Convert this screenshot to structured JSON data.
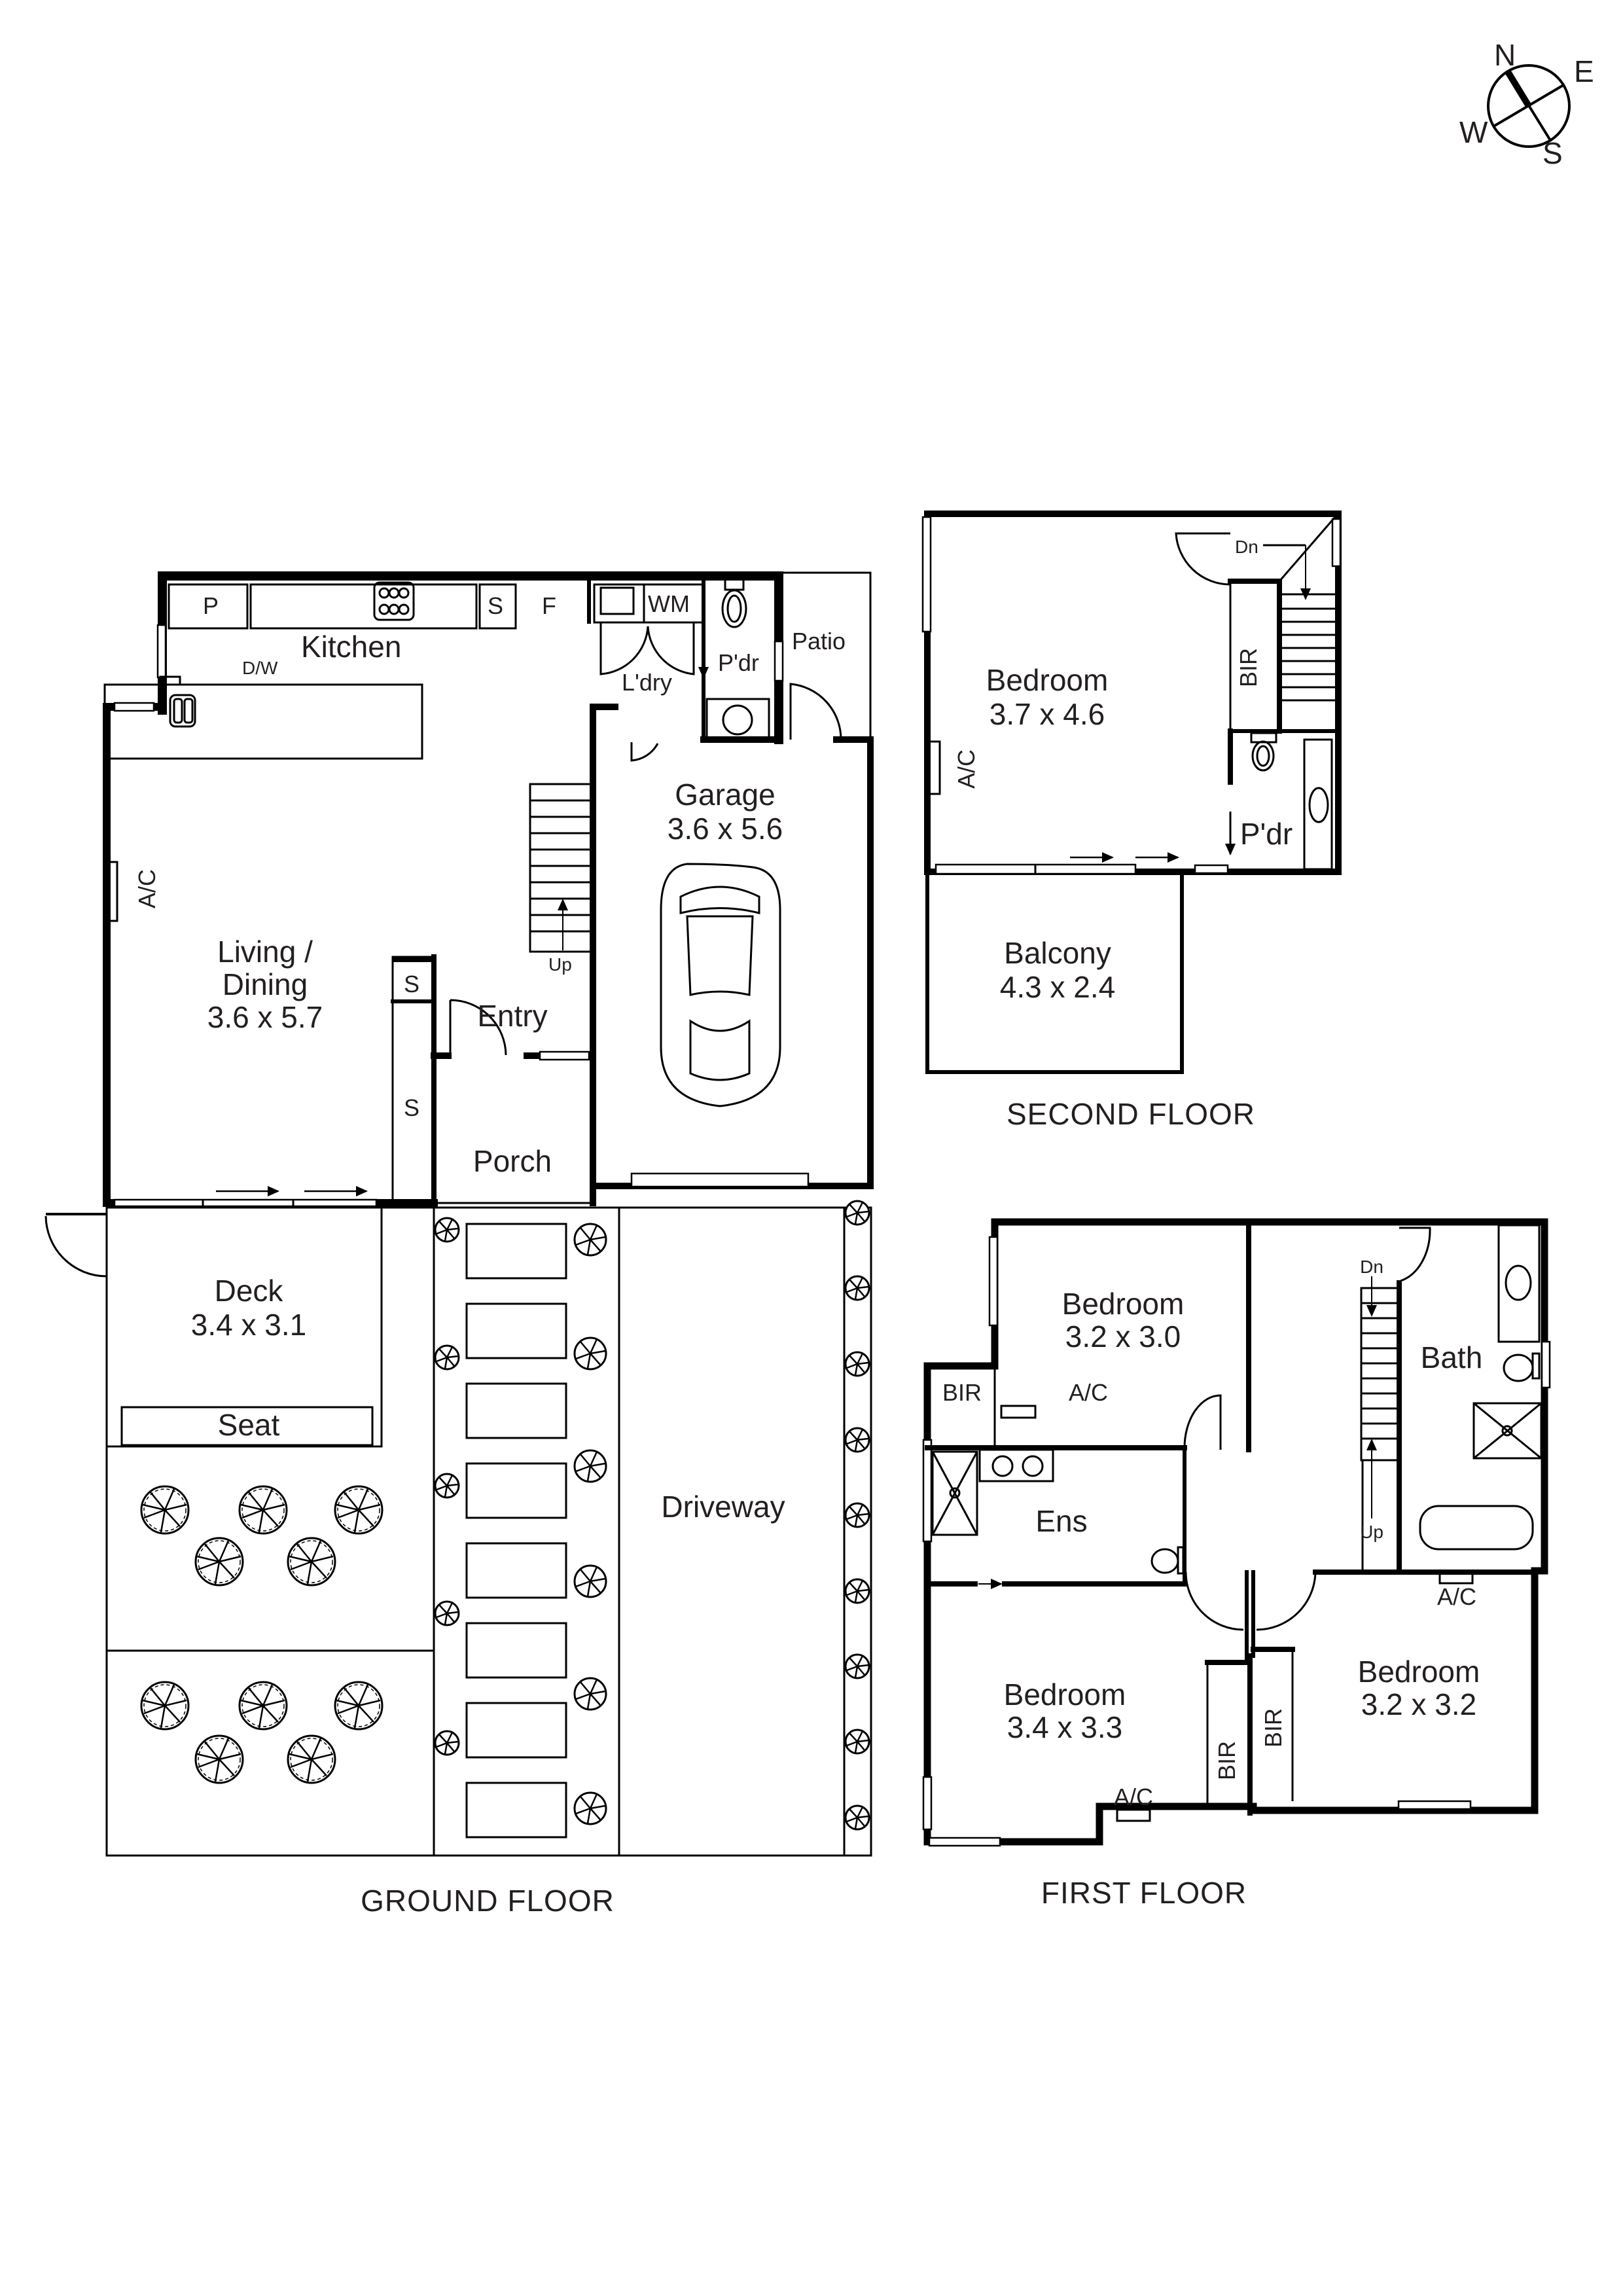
{
  "compass": {
    "north": "N",
    "east": "E",
    "south": "S",
    "west": "W"
  },
  "floors": {
    "ground": {
      "title": "GROUND FLOOR",
      "rooms": {
        "kitchen": {
          "name": "Kitchen"
        },
        "living": {
          "name_line1": "Living /",
          "name_line2": "Dining",
          "dims": "3.6 x 5.7"
        },
        "garage": {
          "name": "Garage",
          "dims": "3.6 x 5.6"
        },
        "entry": {
          "name": "Entry"
        },
        "porch": {
          "name": "Porch"
        },
        "laundry": {
          "name": "L'dry"
        },
        "powder": {
          "name": "P'dr"
        },
        "patio": {
          "name": "Patio"
        },
        "deck": {
          "name": "Deck",
          "dims": "3.4 x 3.1"
        },
        "seat": {
          "name": "Seat"
        },
        "driveway": {
          "name": "Driveway"
        }
      },
      "fixtures": {
        "pantry": "P",
        "storage1": "S",
        "fridge": "F",
        "washing_machine": "WM",
        "dishwasher": "D/W",
        "ac": "A/C",
        "storage2": "S",
        "storage3": "S",
        "stairs_up": "Up"
      }
    },
    "second": {
      "title": "SECOND FLOOR",
      "rooms": {
        "bedroom": {
          "name": "Bedroom",
          "dims": "3.7 x 4.6"
        },
        "bir": {
          "name": "BIR"
        },
        "powder": {
          "name": "P'dr"
        },
        "balcony": {
          "name": "Balcony",
          "dims": "4.3 x 2.4"
        }
      },
      "fixtures": {
        "ac": "A/C",
        "stairs_down": "Dn"
      }
    },
    "first": {
      "title": "FIRST FLOOR",
      "rooms": {
        "bedroom1": {
          "name": "Bedroom",
          "dims": "3.2 x 3.0"
        },
        "bir1": {
          "name": "BIR"
        },
        "ensuite": {
          "name": "Ens"
        },
        "bath": {
          "name": "Bath"
        },
        "bedroom2": {
          "name": "Bedroom",
          "dims": "3.4 x 3.3"
        },
        "bir2": {
          "name": "BIR"
        },
        "bir3": {
          "name": "BIR"
        },
        "bedroom3": {
          "name": "Bedroom",
          "dims": "3.2 x 3.2"
        }
      },
      "fixtures": {
        "ac1": "A/C",
        "ac2": "A/C",
        "ac3": "A/C",
        "stairs_down": "Dn",
        "stairs_up": "Up"
      }
    }
  }
}
